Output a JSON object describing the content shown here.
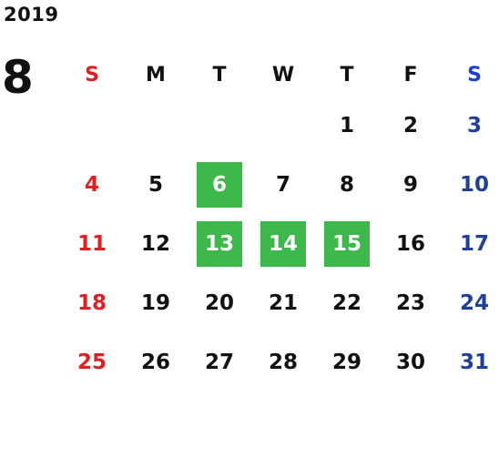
{
  "calendar": {
    "year": "2019",
    "month": "8",
    "weekday_headers": [
      "S",
      "M",
      "T",
      "W",
      "T",
      "F",
      "S"
    ],
    "weeks": [
      [
        "",
        "",
        "",
        "",
        "1",
        "2",
        "3"
      ],
      [
        "4",
        "5",
        "6",
        "7",
        "8",
        "9",
        "10"
      ],
      [
        "11",
        "12",
        "13",
        "14",
        "15",
        "16",
        "17"
      ],
      [
        "18",
        "19",
        "20",
        "21",
        "22",
        "23",
        "24"
      ],
      [
        "25",
        "26",
        "27",
        "28",
        "29",
        "30",
        "31"
      ]
    ],
    "highlighted_days": [
      "6",
      "13",
      "14",
      "15"
    ]
  },
  "colors": {
    "sunday": "#e02020",
    "saturday": "#1e3f9a",
    "highlight": "#3db84a",
    "text": "#111111"
  }
}
